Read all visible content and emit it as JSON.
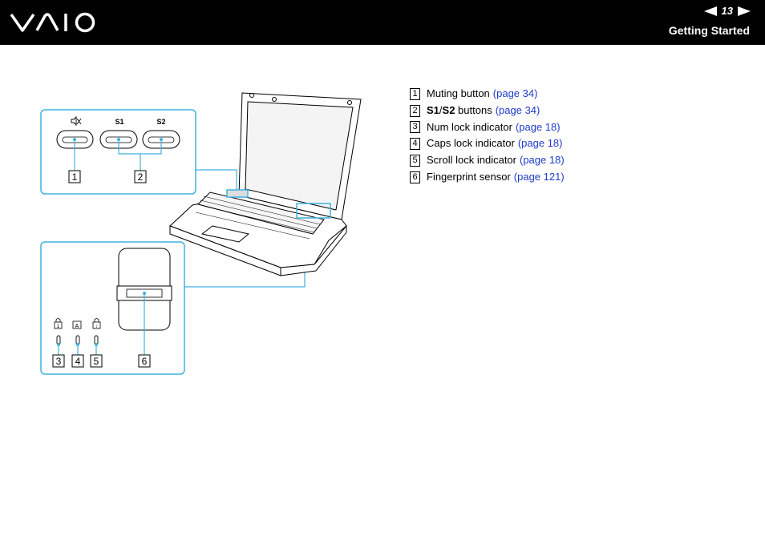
{
  "header": {
    "brand": "VAIO",
    "page_number": "13",
    "section": "Getting Started",
    "icons": {
      "prev": "triangle-left-icon",
      "next": "triangle-right-icon"
    }
  },
  "figure": {
    "s1_label": "S1",
    "s2_label": "S2",
    "callouts": [
      "1",
      "2",
      "3",
      "4",
      "5",
      "6"
    ],
    "icons": [
      "mute-icon",
      "num-lock-icon",
      "caps-lock-icon",
      "scroll-lock-icon"
    ]
  },
  "items": [
    {
      "num": "1",
      "label": "Muting button",
      "link": "(page 34)"
    },
    {
      "num": "2",
      "bold_a": "S1",
      "sep": "/",
      "bold_b": "S2",
      "label": " buttons",
      "link": "(page 34)"
    },
    {
      "num": "3",
      "label": "Num lock indicator",
      "link": "(page 18)"
    },
    {
      "num": "4",
      "label": "Caps lock indicator",
      "link": "(page 18)"
    },
    {
      "num": "5",
      "label": "Scroll lock indicator",
      "link": "(page 18)"
    },
    {
      "num": "6",
      "label": "Fingerprint sensor",
      "link": "(page 121)"
    }
  ],
  "colors": {
    "callout_line": "#3fb2e0",
    "link": "#1f3cc9",
    "header_bg": "#000000"
  }
}
